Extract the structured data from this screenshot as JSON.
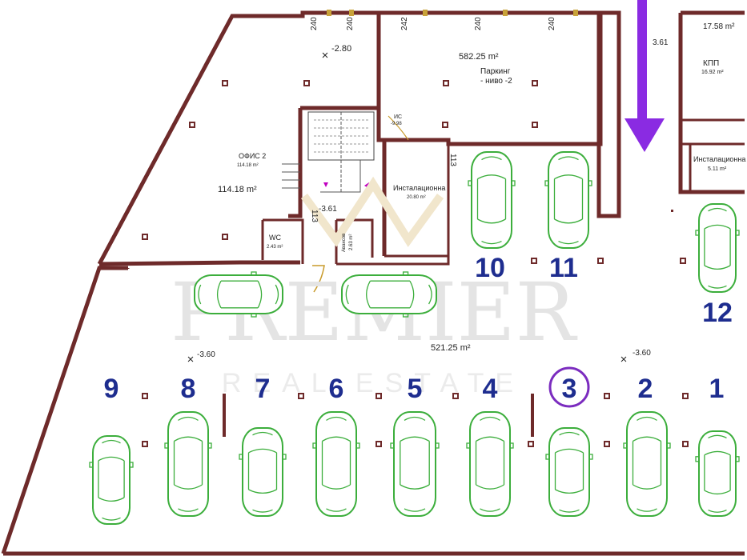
{
  "labels": {
    "parking_area": "582.25 m²",
    "parking_title": "Паркинг",
    "parking_level": "- ниво -2",
    "level_top": "-2.80",
    "ramp_level": "3.61",
    "kpp_area": "17.58 m²",
    "kpp_title": "КПП",
    "kpp_sub_area": "16.92 m²",
    "inst_right_title": "Инсталационна",
    "inst_right_area": "5.11 m²",
    "office_title": "ОФИС 2",
    "office_sub_area": "114.18 m²",
    "office_area": "114.18 m²",
    "inst_mid_title": "Инсталационна",
    "inst_mid_area": "20.80 m²",
    "stair_level": "-3.61",
    "wc_title": "WC",
    "wc_area": "2.43 m²",
    "store_title": "Авансов",
    "store_area": "2.63 m²",
    "ic_title": "ИС",
    "ic_level": "-9.98",
    "garage_area": "521.25 m²",
    "level_left": "-3.60",
    "level_right": "-3.60",
    "dim_240": "240",
    "dim_242": "242",
    "dim_113": "113"
  },
  "watermark": {
    "brand": "PREMIER",
    "sub": "REAL ESTATE"
  },
  "spots": [
    "1",
    "2",
    "3",
    "4",
    "5",
    "6",
    "7",
    "8",
    "9",
    "10",
    "11",
    "12"
  ],
  "highlight_spot": "3",
  "colors": {
    "wall": "#6e2a2a",
    "car": "#3cae3c",
    "number": "#1e2d8f",
    "highlight": "#7b2cbf",
    "arrow": "#8a2be2"
  }
}
